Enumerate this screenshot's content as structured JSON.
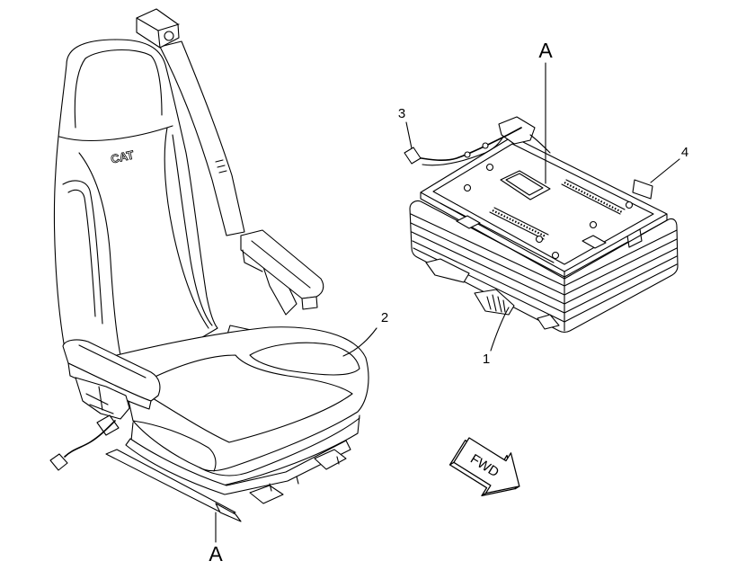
{
  "labels": {
    "callout_1": "1",
    "callout_2": "2",
    "callout_3": "3",
    "callout_4": "4",
    "view_a_top": "A",
    "view_a_bottom": "A"
  },
  "fwd_arrow": {
    "label": "FWD"
  },
  "logo": {
    "text": "CAT"
  },
  "colors": {
    "line": "#000000",
    "background": "#ffffff"
  }
}
